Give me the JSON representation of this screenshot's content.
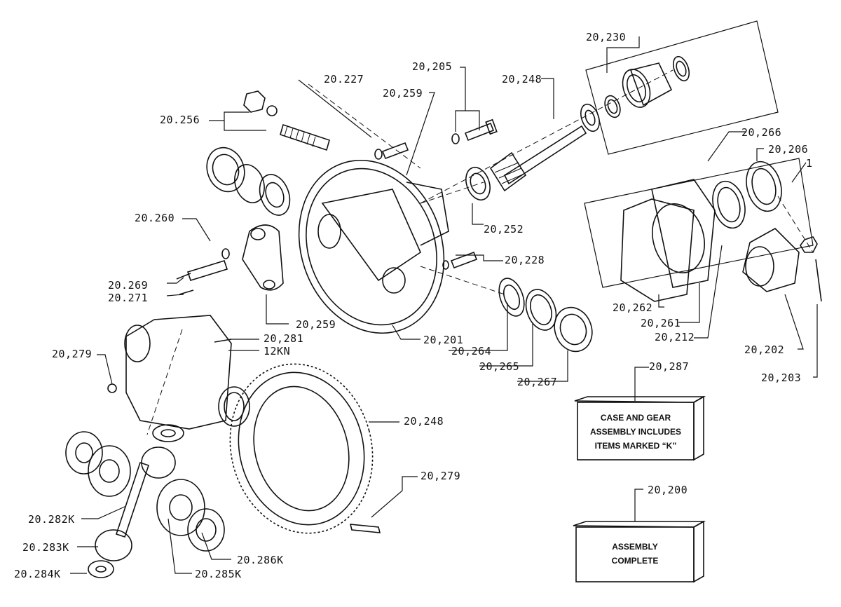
{
  "diagram": {
    "labels": {
      "l20230": "20,230",
      "l20205": "20,205",
      "l20248a": "20,248",
      "l20227": "20.227",
      "l20259a": "20,259",
      "l20256": "20.256",
      "l20266": "20,266",
      "l20206": "20,206",
      "l1": "1",
      "l20260": "20.260",
      "l20252": "20,252",
      "l20228": "20,228",
      "l20269": "20.269",
      "l20271": "20.271",
      "l20259b": "20,259",
      "l20262": "20,262",
      "l20261": "20,261",
      "l20212": "20,212",
      "l20281": "20,281",
      "l12kn": "12KN",
      "l20201": "20,201",
      "l20264": "20,264",
      "l20265": "20,265",
      "l20267": "20,267",
      "l20279a": "20,279",
      "l20202": "20,202",
      "l20203": "20,203",
      "l20287": "20,287",
      "l20248b": "20,248",
      "l20279b": "20,279",
      "l20200": "20,200",
      "l20282k": "20.282K",
      "l20283k": "20.283K",
      "l20284k": "20.284K",
      "l20286k": "20.286K",
      "l20285k": "20.285K"
    },
    "box_case_gear": {
      "line1": "CASE AND GEAR",
      "line2": "ASSEMBLY INCLUDES",
      "line3": "ITEMS MARKED “K”"
    },
    "box_assembly": {
      "line1": "ASSEMBLY",
      "line2": "COMPLETE"
    }
  }
}
